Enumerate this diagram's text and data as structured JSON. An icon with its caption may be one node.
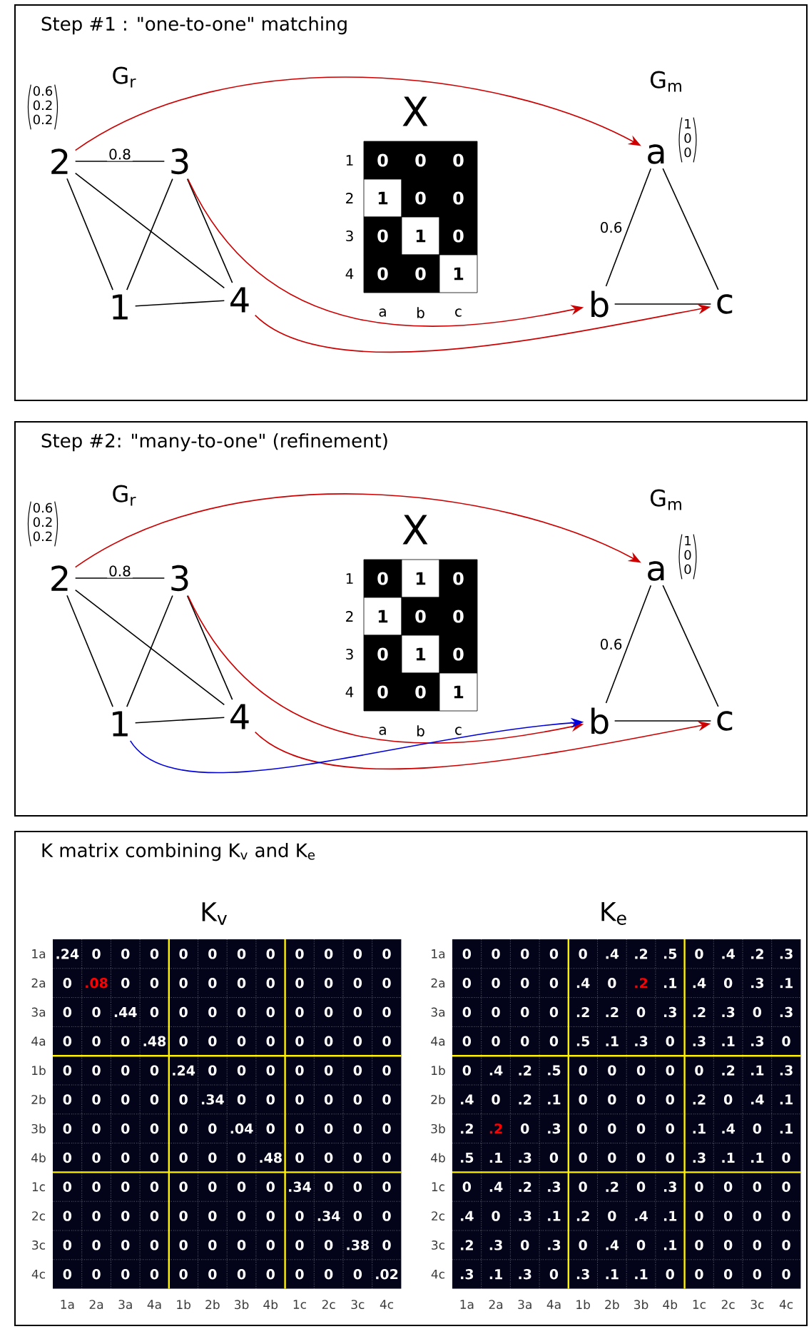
{
  "diagram": {
    "nodes": [
      {
        "text": [
          "Step #1 : \"one-to-one\" matching"
        ]
      },
      {
        "text": [
          "2"
        ],
        "in": 0,
        "beside": [
          "0.6",
          "0.2",
          "0.2"
        ]
      },
      {
        "text": [
          "3"
        ],
        "in": 0
      },
      {
        "text": [
          "a"
        ],
        "in": 0,
        "beside": [
          "1",
          "0",
          "0"
        ]
      },
      {
        "text": [
          "1"
        ],
        "in": 0
      },
      {
        "text": [
          "4"
        ],
        "in": 0
      },
      {
        "text": [
          "b"
        ],
        "in": 0
      },
      {
        "text": [
          "c"
        ],
        "in": 0
      },
      {
        "text": [
          "Step #2: \"many-to-one\" (refinement)"
        ]
      },
      {
        "text": [
          "2"
        ],
        "in": 8,
        "beside": [
          "0.6",
          "0.2",
          "0.2"
        ]
      },
      {
        "text": [
          "3"
        ],
        "in": 8
      },
      {
        "text": [
          "a"
        ],
        "in": 8,
        "beside": [
          "1",
          "0",
          "0"
        ]
      },
      {
        "text": [
          "1"
        ],
        "in": 8
      },
      {
        "text": [
          "4"
        ],
        "in": 8
      },
      {
        "text": [
          "b"
        ],
        "in": 8
      },
      {
        "text": [
          "c"
        ],
        "in": 8
      },
      {
        "text": [
          "K matrix combining K$_{v}$ and K$_{e}$"
        ]
      }
    ],
    "edges": [
      {
        "from": 1,
        "to": 2,
        "arrow": "none",
        "label": "0.8"
      },
      {
        "from": 1,
        "to": 4,
        "arrow": "none"
      },
      {
        "from": 1,
        "to": 5,
        "arrow": "none"
      },
      {
        "from": 2,
        "to": 4,
        "arrow": "none"
      },
      {
        "from": 2,
        "to": 5,
        "arrow": "none"
      },
      {
        "from": 4,
        "to": 5,
        "arrow": "none"
      },
      {
        "from": 3,
        "to": 6,
        "arrow": "none",
        "label": "0.6"
      },
      {
        "from": 3,
        "to": 7,
        "arrow": "none"
      },
      {
        "from": 6,
        "to": 7,
        "arrow": "none"
      },
      {
        "from": 1,
        "to": 3,
        "arrow": "to",
        "color": "#cc0000"
      },
      {
        "from": 2,
        "to": 6,
        "arrow": "to",
        "color": "#cc0000"
      },
      {
        "from": 5,
        "to": 7,
        "arrow": "to",
        "color": "#cc0000"
      },
      {
        "from": 9,
        "to": 10,
        "arrow": "none",
        "label": "0.8"
      },
      {
        "from": 9,
        "to": 12,
        "arrow": "none"
      },
      {
        "from": 9,
        "to": 13,
        "arrow": "none"
      },
      {
        "from": 10,
        "to": 12,
        "arrow": "none"
      },
      {
        "from": 10,
        "to": 13,
        "arrow": "none"
      },
      {
        "from": 12,
        "to": 13,
        "arrow": "none"
      },
      {
        "from": 11,
        "to": 14,
        "arrow": "none",
        "label": "0.6"
      },
      {
        "from": 11,
        "to": 15,
        "arrow": "none"
      },
      {
        "from": 14,
        "to": 15,
        "arrow": "none"
      },
      {
        "from": 9,
        "to": 11,
        "arrow": "to",
        "color": "#cc0000"
      },
      {
        "from": 10,
        "to": 14,
        "arrow": "to",
        "color": "#cc0000"
      },
      {
        "from": 13,
        "to": 15,
        "arrow": "to",
        "color": "#cc0000"
      },
      {
        "from": 12,
        "to": 14,
        "arrow": "to",
        "color": "#0000dd"
      }
    ],
    "labels": [
      "G$_{r}$",
      "G$_{m}$",
      "X",
      "1",
      "0",
      "0",
      "0",
      "2",
      "1",
      "0",
      "0",
      "3",
      "0",
      "1",
      "0",
      "4",
      "0",
      "0",
      "1",
      "a",
      "b",
      "c",
      "G$_{r}$",
      "G$_{m}$",
      "X",
      "1",
      "0",
      "1",
      "0",
      "2",
      "1",
      "0",
      "0",
      "3",
      "0",
      "1",
      "0",
      "4",
      "0",
      "0",
      "1",
      "a",
      "b",
      "c",
      "K$_{v}$",
      "K$_{e}$",
      "1a",
      ".24",
      "0",
      "0",
      "0",
      "0",
      "0",
      "0",
      "0",
      "0",
      "0",
      "0",
      "0",
      "2a",
      "0",
      ".08",
      "0",
      "0",
      "0",
      "0",
      "0",
      "0",
      "0",
      "0",
      "0",
      "0",
      "3a",
      "0",
      "0",
      ".44",
      "0",
      "0",
      "0",
      "0",
      "0",
      "0",
      "0",
      "0",
      "0",
      "4a",
      "0",
      "0",
      "0",
      ".48",
      "0",
      "0",
      "0",
      "0",
      "0",
      "0",
      "0",
      "0",
      "1b",
      "0",
      "0",
      "0",
      "0",
      ".24",
      "0",
      "0",
      "0",
      "0",
      "0",
      "0",
      "0",
      "2b",
      "0",
      "0",
      "0",
      "0",
      "0",
      ".34",
      "0",
      "0",
      "0",
      "0",
      "0",
      "0",
      "3b",
      "0",
      "0",
      "0",
      "0",
      "0",
      "0",
      ".04",
      "0",
      "0",
      "0",
      "0",
      "0",
      "4b",
      "0",
      "0",
      "0",
      "0",
      "0",
      "0",
      "0",
      ".48",
      "0",
      "0",
      "0",
      "0",
      "1c",
      "0",
      "0",
      "0",
      "0",
      "0",
      "0",
      "0",
      "0",
      ".34",
      "0",
      "0",
      "0",
      "2c",
      "0",
      "0",
      "0",
      "0",
      "0",
      "0",
      "0",
      "0",
      "0",
      ".34",
      "0",
      "0",
      "3c",
      "0",
      "0",
      "0",
      "0",
      "0",
      "0",
      "0",
      "0",
      "0",
      "0",
      ".38",
      "0",
      "4c",
      "0",
      "0",
      "0",
      "0",
      "0",
      "0",
      "0",
      "0",
      "0",
      "0",
      "0",
      ".02",
      "1a",
      "2a",
      "3a",
      "4a",
      "1b",
      "2b",
      "3b",
      "4b",
      "1c",
      "2c",
      "3c",
      "4c",
      "1a",
      "0",
      "0",
      "0",
      "0",
      "0",
      ".4",
      ".2",
      ".5",
      "0",
      ".4",
      ".2",
      ".3",
      "2a",
      "0",
      "0",
      "0",
      "0",
      ".4",
      "0",
      ".2",
      ".1",
      ".4",
      "0",
      ".3",
      ".1",
      "3a",
      "0",
      "0",
      "0",
      "0",
      ".2",
      ".2",
      "0",
      ".3",
      ".2",
      ".3",
      "0",
      ".3",
      "4a",
      "0",
      "0",
      "0",
      "0",
      ".5",
      ".1",
      ".3",
      "0",
      ".3",
      ".1",
      ".3",
      "0",
      "1b",
      "0",
      ".4",
      ".2",
      ".5",
      "0",
      "0",
      "0",
      "0",
      "0",
      ".2",
      ".1",
      ".3",
      "2b",
      ".4",
      "0",
      ".2",
      ".1",
      "0",
      "0",
      "0",
      "0",
      ".2",
      "0",
      ".4",
      ".1",
      "3b",
      ".2",
      ".2",
      "0",
      ".3",
      "0",
      "0",
      "0",
      "0",
      ".1",
      ".4",
      "0",
      ".1",
      "4b",
      ".5",
      ".1",
      ".3",
      "0",
      "0",
      "0",
      "0",
      "0",
      ".3",
      ".1",
      ".1",
      "0",
      "1c",
      "0",
      ".4",
      ".2",
      ".3",
      "0",
      ".2",
      "0",
      ".3",
      "0",
      "0",
      "0",
      "0",
      "2c",
      ".4",
      "0",
      ".3",
      ".1",
      ".2",
      "0",
      ".4",
      ".1",
      "0",
      "0",
      "0",
      "0",
      "3c",
      ".2",
      ".3",
      "0",
      ".3",
      "0",
      ".4",
      "0",
      ".1",
      "0",
      "0",
      "0",
      "0",
      "4c",
      ".3",
      ".1",
      ".3",
      "0",
      ".3",
      ".1",
      ".1",
      "0",
      "0",
      "0",
      "0",
      "0",
      "1a",
      "2a",
      "3a",
      "4a",
      "1b",
      "2b",
      "3b",
      "4b",
      "1c",
      "2c",
      "3c",
      "4c"
    ]
  }
}
